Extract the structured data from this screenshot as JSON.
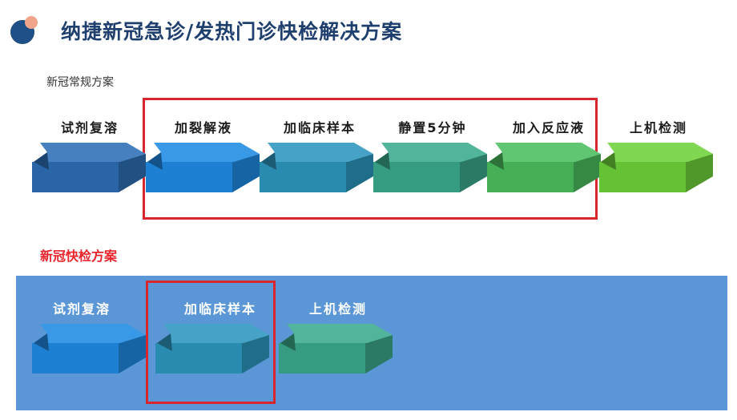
{
  "title": "纳捷新冠急诊/发热门诊快检解决方案",
  "routine": {
    "label": "新冠常规方案",
    "steps": [
      {
        "label": "试剂复溶",
        "color": "#2e6fb5"
      },
      {
        "label": "加裂解液",
        "color": "#1f8be4"
      },
      {
        "label": "加临床样本",
        "color": "#2d97bf"
      },
      {
        "label": "静置5分钟",
        "color": "#3aaa8c"
      },
      {
        "label": "加入反应液",
        "color": "#4bbe5e"
      },
      {
        "label": "上机检测",
        "color": "#6fd33a"
      }
    ]
  },
  "fast": {
    "label": "新冠快检方案",
    "steps": [
      {
        "label": "试剂复溶",
        "color": "#1f8be4"
      },
      {
        "label": "加临床样本",
        "color": "#2d97bf"
      },
      {
        "label": "上机检测",
        "color": "#3aaa8c"
      }
    ]
  },
  "colors": {
    "title": "#1f3f6e",
    "highlight": "#d9262c",
    "fast_panel": "#5b97d6",
    "fast_label": "#e8232a",
    "logo_dark": "#1e4f86",
    "logo_accent": "#f0a58a"
  }
}
